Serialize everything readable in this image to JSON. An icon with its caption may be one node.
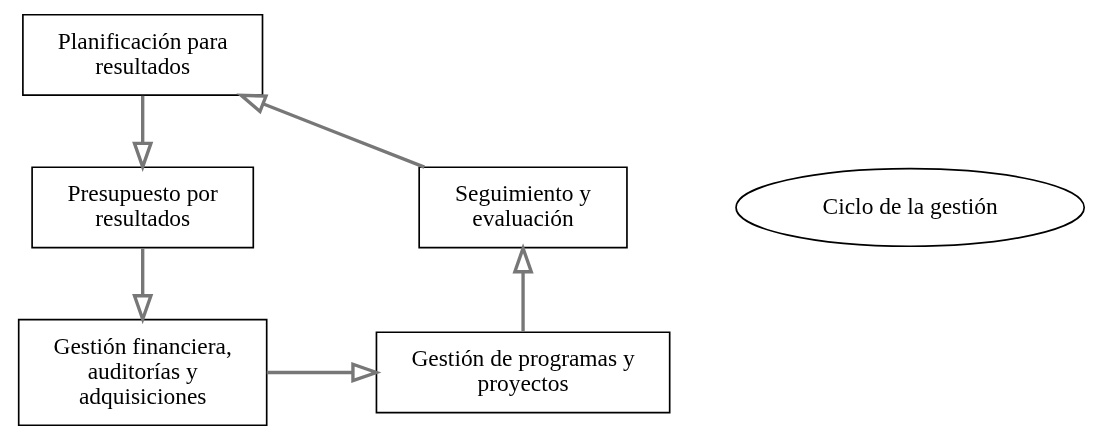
{
  "diagram": {
    "nodes": [
      {
        "text": [
          "Planificación para resultados"
        ]
      },
      {
        "text": [
          "Presupuesto por resultados"
        ]
      },
      {
        "text": [
          "Gestión financiera, auditorías y adquisiciones"
        ]
      },
      {
        "text": [
          "Gestión de programas y proyectos"
        ]
      },
      {
        "text": [
          "Seguimiento y evaluación"
        ]
      },
      {
        "text": [
          "Ciclo de la gestión"
        ]
      }
    ],
    "edges": [
      {
        "from": 0,
        "to": 1,
        "arrow": "to"
      },
      {
        "from": 1,
        "to": 2,
        "arrow": "to"
      },
      {
        "from": 2,
        "to": 3,
        "arrow": "to"
      },
      {
        "from": 3,
        "to": 4,
        "arrow": "to"
      },
      {
        "from": 4,
        "to": 0,
        "arrow": "to"
      }
    ]
  }
}
